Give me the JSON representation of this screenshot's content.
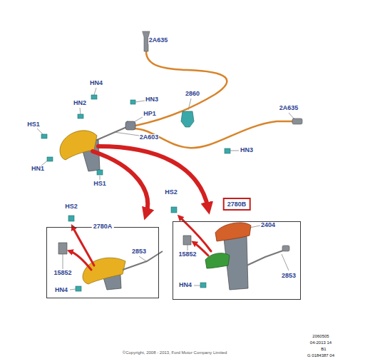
{
  "diagram": {
    "nodes": [
      {
        "text": [
          "2780A"
        ]
      },
      {
        "text": [
          "2780B"
        ]
      }
    ],
    "labels": [
      "2A635",
      "HN4",
      "HN2",
      "HN3",
      "2860",
      "HS1",
      "HP1",
      "2A635",
      "2A603",
      "HN1",
      "HS1",
      "HN3",
      "HS2",
      "HS2",
      "15852",
      "2853",
      "HN4",
      "2404",
      "15852",
      "2853",
      "HN4",
      "2060505",
      "04-2013 14",
      "B1",
      "G 0184387 04",
      "©Copyright, 2008 - 2013, Ford Motor Company Limited"
    ]
  }
}
